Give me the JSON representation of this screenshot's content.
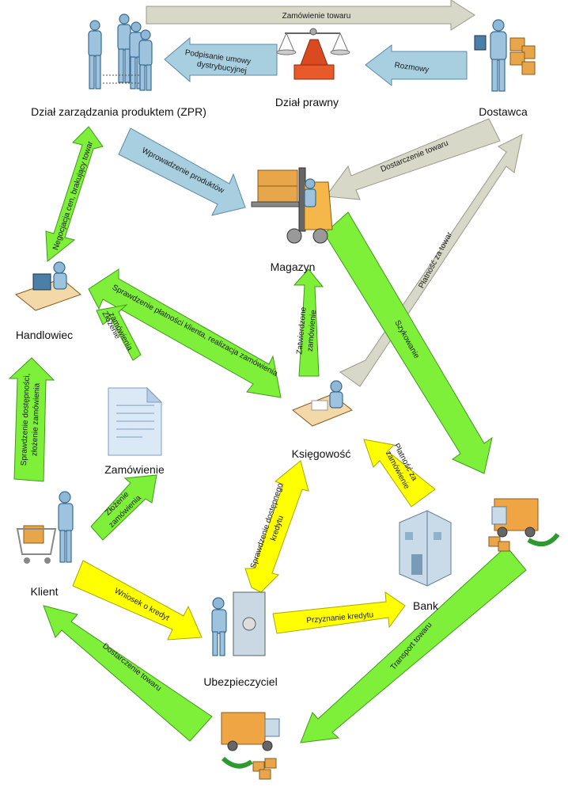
{
  "nodes": {
    "zpr": "Dział zarządzania produktem (ZPR)",
    "legal": "Dział prawny",
    "supplier": "Dostawca",
    "warehouse": "Magazyn",
    "trader": "Handlowiec",
    "order": "Zamówienie",
    "accounting": "Księgowość",
    "client": "Klient",
    "insurer": "Ubezpieczyciel",
    "bank": "Bank"
  },
  "arrows": {
    "order_goods": "Zamówienie towaru",
    "sign_contract_1": "Podpisanie umowy",
    "sign_contract_2": "dystrybucyjnej",
    "talks": "Rozmowy",
    "delivery_goods": "Dostarczenie towaru",
    "product_intro": "Wprowadzenie produktów",
    "negotiation": "Negocjacja cen, brakujący towar",
    "payment_check": "Sprawdzenie płatności klienta, realizacja zamówienia",
    "order_placing_1": "Złożenie",
    "order_placing_2": "zamówienia",
    "approved_1": "Zatwierdzone",
    "approved_2": "zamówienie",
    "payment_goods": "Płatność za towar",
    "picking": "Szykowanie",
    "availability_1": "Sprawdzenie dostępności,",
    "availability_2": "złożenie zamówienia",
    "client_order_1": "Złożenie",
    "client_order_2": "zamówienia",
    "credit_check_1": "Sprawdzenie dostępnego",
    "credit_check_2": "kredytu",
    "payment_order_1": "Płatność za",
    "payment_order_2": "zamówienie",
    "credit_request": "Wniosek o kredyt",
    "credit_grant": "Przyznanie kredytu",
    "client_delivery": "Dostarczenie towaru",
    "transport": "Transport towaru"
  },
  "colors": {
    "gray": "#d8d8c8",
    "blue": "#a8cfe0",
    "green": "#7ef03a",
    "yellow": "#ffff00"
  }
}
